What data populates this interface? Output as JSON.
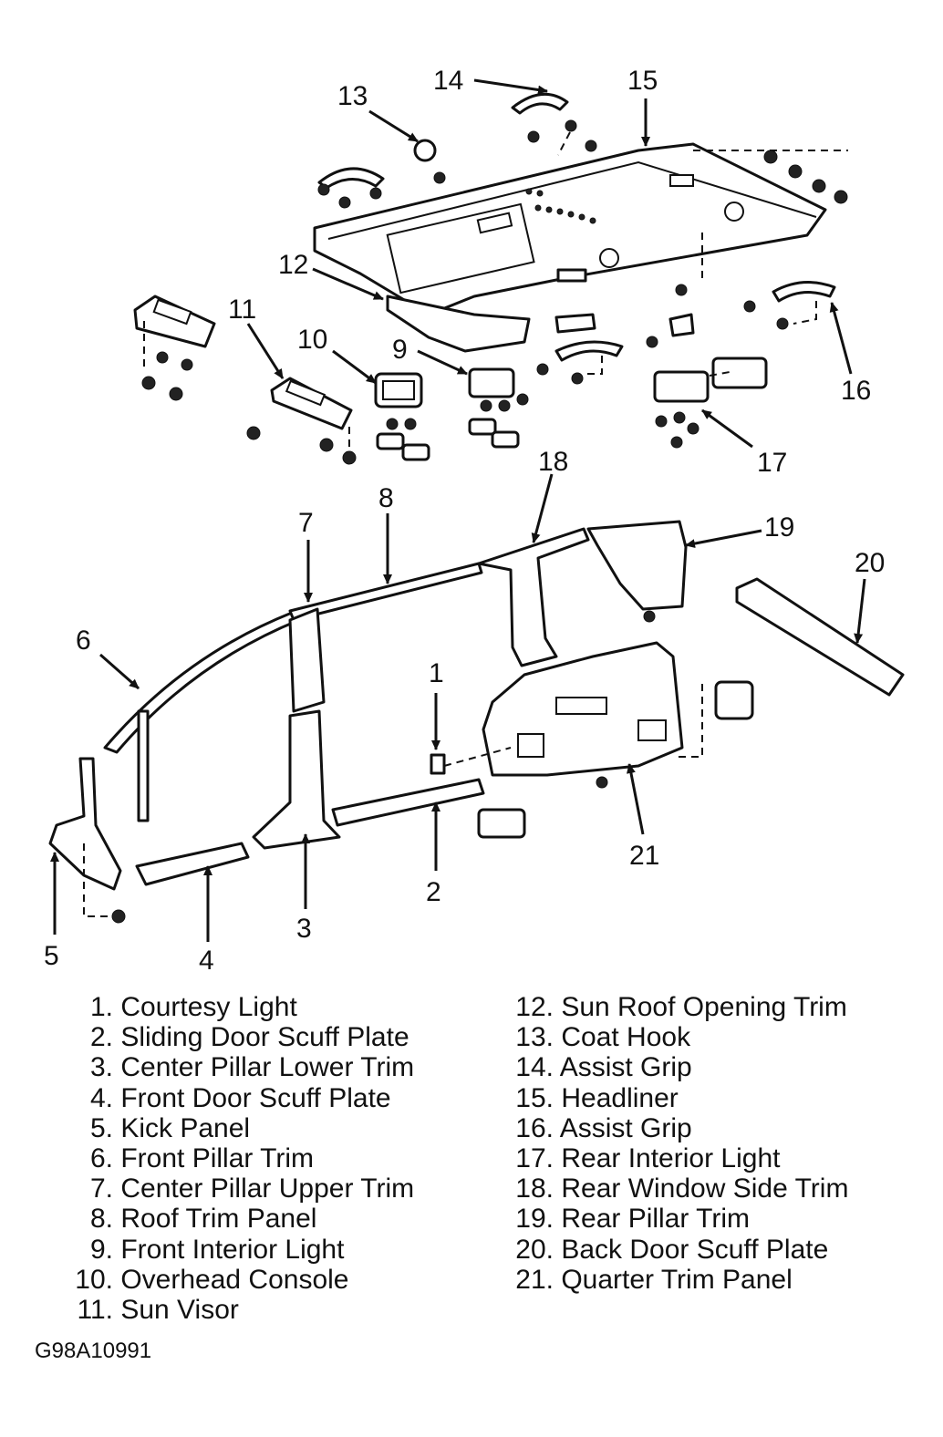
{
  "callouts": [
    "1",
    "2",
    "3",
    "4",
    "5",
    "6",
    "7",
    "8",
    "9",
    "10",
    "11",
    "12",
    "13",
    "14",
    "15",
    "16",
    "17",
    "18",
    "19",
    "20",
    "21"
  ],
  "legend": [
    {
      "num": "1.",
      "label": "Courtesy Light"
    },
    {
      "num": "2.",
      "label": "Sliding Door Scuff Plate"
    },
    {
      "num": "3.",
      "label": "Center Pillar Lower Trim"
    },
    {
      "num": "4.",
      "label": "Front Door Scuff Plate"
    },
    {
      "num": "5.",
      "label": "Kick Panel"
    },
    {
      "num": "6.",
      "label": "Front Pillar Trim"
    },
    {
      "num": "7.",
      "label": "Center Pillar Upper Trim"
    },
    {
      "num": "8.",
      "label": "Roof Trim Panel"
    },
    {
      "num": "9.",
      "label": "Front Interior Light"
    },
    {
      "num": "10.",
      "label": "Overhead Console"
    },
    {
      "num": "11.",
      "label": "Sun Visor"
    },
    {
      "num": "12.",
      "label": "Sun Roof Opening Trim"
    },
    {
      "num": "13.",
      "label": "Coat Hook"
    },
    {
      "num": "14.",
      "label": "Assist Grip"
    },
    {
      "num": "15.",
      "label": "Headliner"
    },
    {
      "num": "16.",
      "label": "Assist Grip"
    },
    {
      "num": "17.",
      "label": "Rear Interior Light"
    },
    {
      "num": "18.",
      "label": "Rear Window Side Trim"
    },
    {
      "num": "19.",
      "label": "Rear Pillar Trim"
    },
    {
      "num": "20.",
      "label": "Back Door Scuff Plate"
    },
    {
      "num": "21.",
      "label": "Quarter Trim Panel"
    }
  ],
  "figure_code": "G98A10991"
}
